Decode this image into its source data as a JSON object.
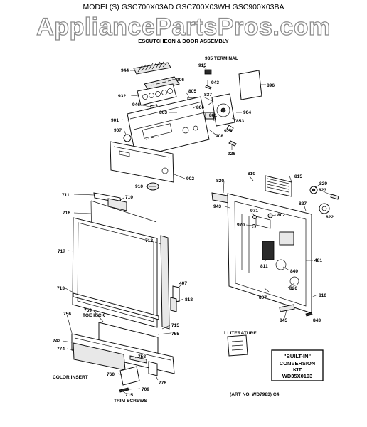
{
  "header": {
    "model_line": "MODEL(S) GSC700X03AD  GSC700X03WH  GSC900X03BA",
    "section_title": "ESCUTCHEON & DOOR ASSEMBLY",
    "watermark": "AppliancePartsPros.com"
  },
  "labels": {
    "l944": "944",
    "l935": "935 TERMINAL",
    "l915": "915",
    "l906": "906",
    "l943a": "943",
    "l896": "896",
    "l932": "932",
    "l805": "805",
    "l837": "837",
    "l946": "946",
    "l806": "806",
    "l803": "803",
    "l904": "904",
    "l901": "901",
    "l861": "861",
    "l853": "853",
    "l907": "907",
    "l908": "908",
    "l925": "925",
    "l926": "926",
    "l902": "902",
    "l910": "910",
    "l810a": "810",
    "l815": "815",
    "l820": "820",
    "l829": "829",
    "l823": "823",
    "l711": "711",
    "l710": "710",
    "l827": "827",
    "l943b": "943",
    "l971": "971",
    "l802": "802",
    "l822": "822",
    "l716": "716",
    "l970": "970",
    "l712": "712",
    "l717": "717",
    "l811": "811",
    "l481": "481",
    "l840": "840",
    "l407": "407",
    "l826": "826",
    "l713": "713",
    "l818": "818",
    "l807": "807",
    "l810b": "810",
    "l756": "756",
    "l759": "759",
    "l845": "845",
    "l843": "843",
    "l715a": "715",
    "l755": "755",
    "l742": "742",
    "l774": "774",
    "l758": "758",
    "l760": "760",
    "l776": "776",
    "l709": "709",
    "l715b": "715"
  },
  "captions": {
    "toe_kick": "TOE KICK",
    "literature": "1 LITERATURE",
    "color_insert": "COLOR INSERT",
    "trim_screws": "TRIM SCREWS",
    "art_no": "(ART NO. WD7983) C4"
  },
  "kit_box": {
    "line1": "\"BUILT-IN\"",
    "line2": "CONVERSION",
    "line3": "KIT",
    "line4": "WD35X0193"
  }
}
